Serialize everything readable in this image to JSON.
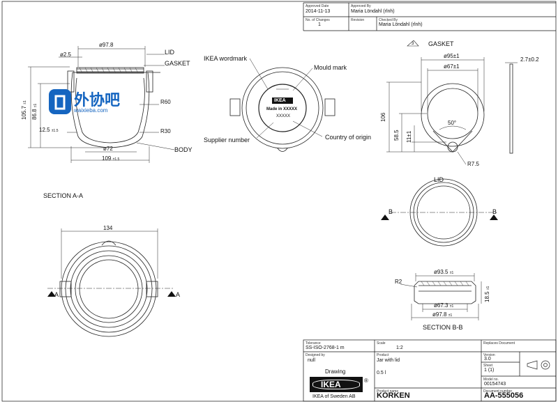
{
  "header": {
    "approved_date_label": "Approved Date",
    "approved_date": "2014-11-13",
    "approved_by_label": "Approved By",
    "approved_by": "Maria Löndahl (rlnh)",
    "changes_label": "No. of Changes",
    "changes": "1",
    "revision_label": "Revision",
    "checked_by_label": "Checked By",
    "checked_by": "Maria Löndahl (rlnh)"
  },
  "views": {
    "side": {
      "d_top": "ø97.8",
      "d_small": "ø2.5",
      "lid": "LID",
      "gasket": "GASKET",
      "h_total": "105.7",
      "h_total_tol": "±1",
      "h_body": "86.8",
      "h_body_tol": "±1",
      "r60": "R60",
      "r30": "R30",
      "h_base": "12.5",
      "h_base_tol": "±1.5",
      "d_base": "ø72",
      "w_total": "109",
      "w_total_tol": "±1.5",
      "body": "BODY"
    },
    "bottom": {
      "wordmark": "IKEA wordmark",
      "mould": "Mould mark",
      "supplier": "Supplier number",
      "country": "Country of origin",
      "made_in": "Made in XXXXX",
      "xxxxx": "XXXXX",
      "logo": "IKEA"
    },
    "gasket": {
      "label": "GASKET",
      "rev": "3",
      "d_outer": "ø95±1",
      "d_inner": "ø67±1",
      "thick": "2.7±0.2",
      "h106": "106",
      "h58": "58.5",
      "h11": "11±1",
      "angle": "50°",
      "r75": "R7.5"
    },
    "lid_view": {
      "label": "LID",
      "b_left": "B",
      "b_right": "B"
    },
    "section_aa": {
      "title": "SECTION A-A",
      "w134": "134",
      "a_left": "A",
      "a_right": "A"
    },
    "section_bb": {
      "title": "SECTION B-B",
      "d_top": "ø93.5",
      "d_top_tol": "±1",
      "r2": "R2",
      "d_mid": "ø67.3",
      "d_mid_tol": "±1",
      "d_bot": "ø97.8",
      "d_bot_tol": "±1",
      "h": "18.5",
      "h_tol": "±1"
    }
  },
  "titleblock": {
    "tolerance_label": "Tolerance",
    "tolerance": "SS-ISO-2768-1 m",
    "scale_label": "Scale",
    "scale": "1:2",
    "replaces_label": "Replaces Document",
    "designed_label": "Designed by",
    "designed": "null",
    "product_label": "Product",
    "product": "Jar with lid",
    "volume": "0.5 l",
    "drawing": "Drawing",
    "logo": "IKEA",
    "reg": "®",
    "company": "IKEA of Sweden AB",
    "version_label": "Version",
    "version": "3.0",
    "sheet_label": "Sheet",
    "sheet": "1 (1)",
    "model_label": "Model no.",
    "model": "00154743",
    "name_label": "Product name",
    "name": "KORKEN",
    "docno_label": "Document number",
    "docno": "AA-555056"
  },
  "watermark": {
    "title": "外协吧",
    "sub": "waixieba.com",
    "brand_color": "#1565c0"
  }
}
